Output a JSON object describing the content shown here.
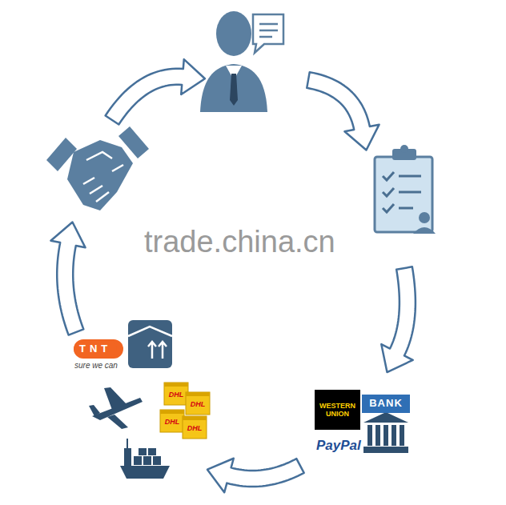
{
  "diagram": {
    "nodes": [
      {
        "text": [
          "WESTERN UNION"
        ]
      },
      {
        "text": [
          "BANK"
        ]
      }
    ],
    "labels": [
      "trade.china.cn",
      "TNT",
      "sure we can",
      "DHL",
      "DHL",
      "DHL",
      "DHL",
      "PayPal"
    ]
  }
}
